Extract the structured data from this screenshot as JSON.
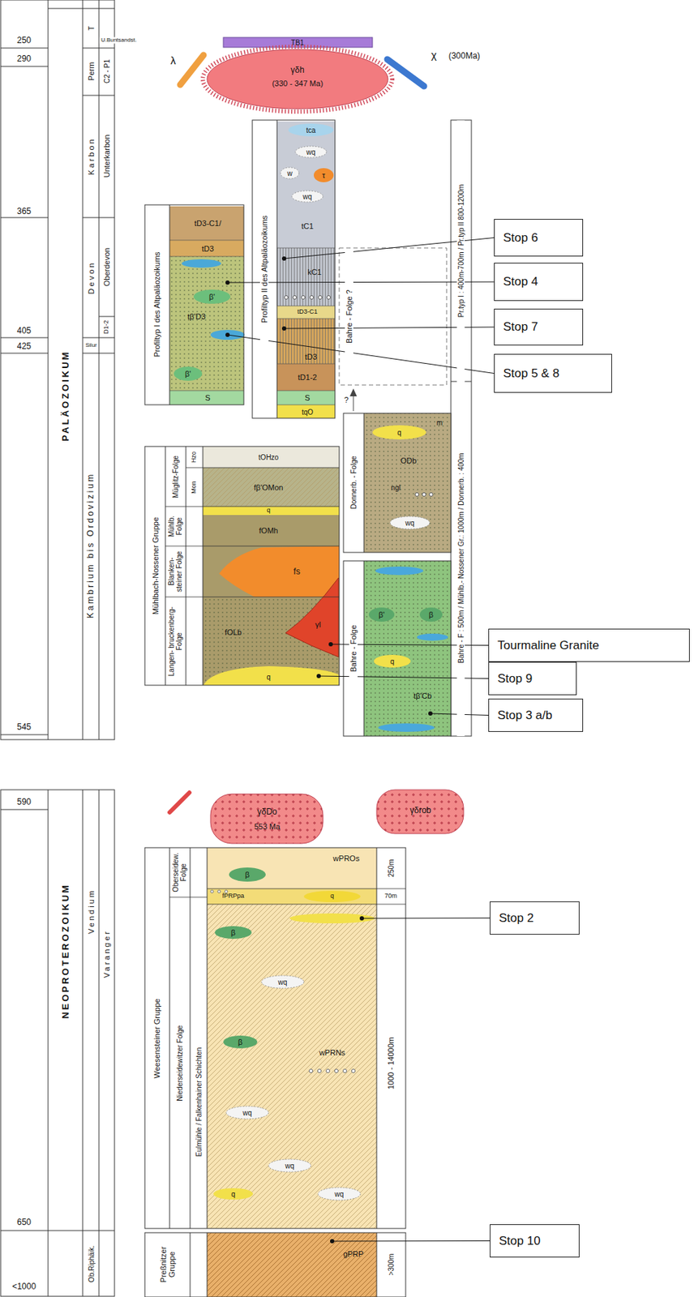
{
  "diagram": {
    "nodes": [
      {
        "text": [
          "Stop 6"
        ]
      },
      {
        "text": [
          "Stop 4"
        ]
      },
      {
        "text": [
          "Stop 7"
        ]
      },
      {
        "text": [
          "Stop 5 & 8"
        ]
      },
      {
        "text": [
          "Tourmaline Granite"
        ]
      },
      {
        "text": [
          "Stop 9"
        ]
      },
      {
        "text": [
          "Stop 3 a/b"
        ]
      },
      {
        "text": [
          "Stop 2"
        ]
      },
      {
        "text": [
          "Stop 10"
        ]
      }
    ],
    "labels": [
      "250",
      "290",
      "365",
      "405",
      "425",
      "545",
      "590",
      "650",
      "<1000",
      "PALÄOZOIKUM",
      "T",
      "Perm",
      "Karbon",
      "Devon",
      "Silur",
      "Kambrium bis Ordovizium",
      "U.Buntsandst.",
      "C2 - P1",
      "Unterkarbon",
      "Oberdevon",
      "D1-2",
      "NEOPROTEROZOIKUM",
      "Vendium",
      "Varanger",
      "Ob.Riphäik.",
      "TB1",
      "λ",
      "χ",
      "(300Ma)",
      "γδh",
      "(330 - 347 Ma)",
      "Profiltyp I des Altpaläozoikums",
      "tD3-C1/",
      "tD3",
      "β'",
      "tβ'D3",
      "β'",
      "S",
      "Profiltyp II des Altpaläozoikums",
      "tca",
      "wq",
      "w",
      "τ",
      "wq",
      "tC1",
      "kC1",
      "tD3-C1",
      "tD3",
      "tD1-2",
      "S",
      "tqO",
      "Bahre - Folge ?",
      "Mühlbach-Nossener Gruppe",
      "Müglitz-Folge",
      "Hzo",
      "Mon",
      "Mühlb. Folge",
      "Blanken- steiner Folge",
      "Langen- bruckenberg-Folge",
      "tOHzo",
      "fβ'OMon",
      "q",
      "fOMh",
      "fs",
      "γl",
      "fOLb",
      "q",
      "Donnerb. - Folge",
      "q",
      "m",
      "ODb",
      "ngl",
      "wq",
      "?",
      "Bahre - Folge",
      "β'",
      "β",
      "q",
      "tβ'Cb",
      "Pr.typ I : 400m-700m / Pr.typ II 800-1200m",
      "Bahre - F : 500m / Mühlb.- Nossener Gr.: 1000m / Donnerb. : 400m",
      "γδDo",
      "553 Ma",
      "γδrob",
      "Weesensteiner Gruppe",
      "Oberseidew. Folge",
      "Niederseidewitzer Folge",
      "Eulmühle / Falkenhainer Schichten",
      "wPROs",
      "β",
      "fPRPpa",
      "q",
      "β",
      "wq",
      "β",
      "wPRNs",
      "wq",
      "wq",
      "q",
      "wq",
      "250m",
      "70m",
      "1000 - 14000m",
      ">300m",
      "Preßnitzer Gruppe",
      "gPRP"
    ]
  }
}
